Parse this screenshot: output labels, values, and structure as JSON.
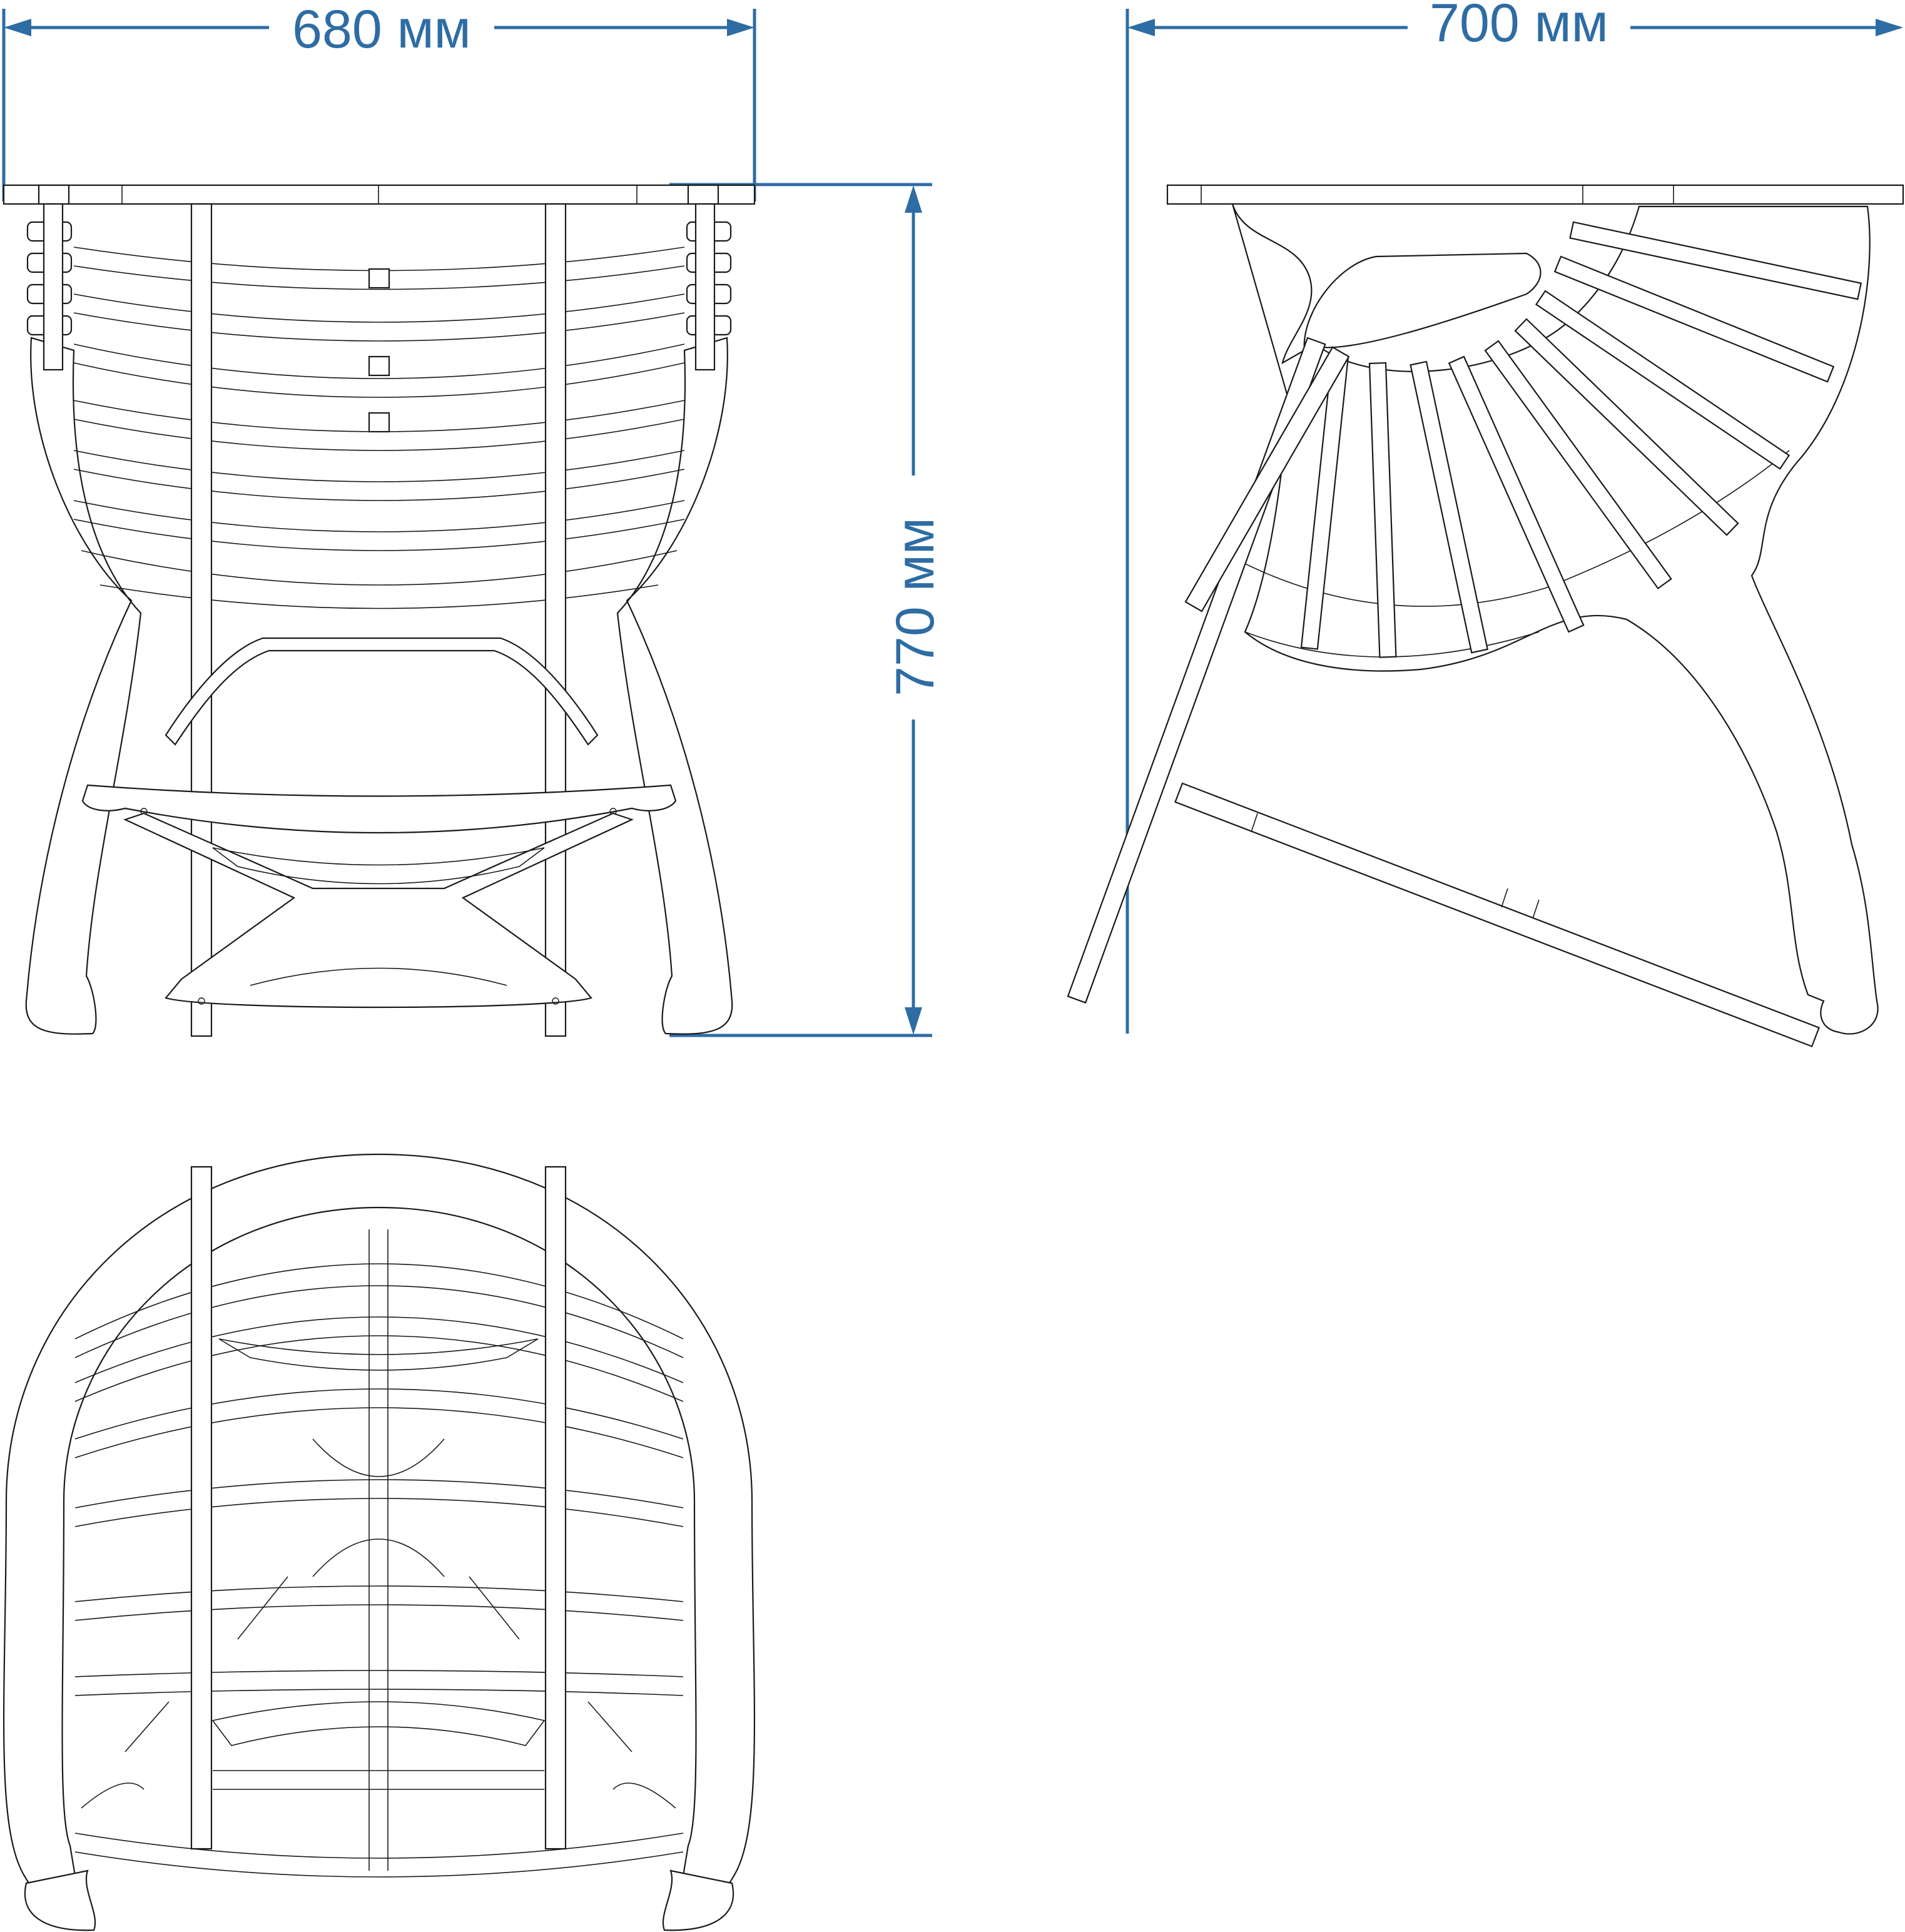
{
  "dimensions": {
    "front_width": "680 мм",
    "side_depth": "700 мм",
    "height": "770 мм"
  },
  "colors": {
    "dimension": "#2e6ca4",
    "outline": "#1a1a1a",
    "background": "#ffffff"
  }
}
